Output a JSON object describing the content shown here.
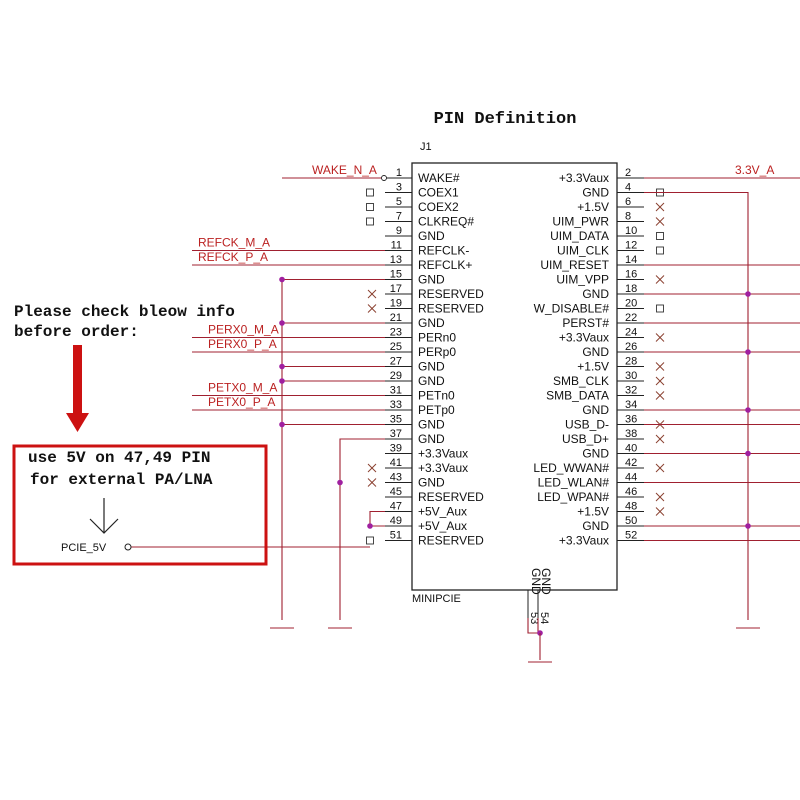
{
  "title": "PIN Definition",
  "ref": "J1",
  "part": "MINIPCIE",
  "note": {
    "line1": "Please check bleow info",
    "line2": "before order:"
  },
  "box": {
    "line1": "use 5V on 47,49 PIN",
    "line2": "for external PA/LNA",
    "net": "PCIE_5V"
  },
  "colors": {
    "wire": "#a02030",
    "net_text": "#b22222",
    "box": "#cc1111",
    "arrow": "#cc1111",
    "junction": "#a020a0"
  },
  "left_pins": [
    {
      "num": "1",
      "name": "WAKE#",
      "net": "WAKE_N_A"
    },
    {
      "num": "3",
      "name": "COEX1",
      "net": ""
    },
    {
      "num": "5",
      "name": "COEX2",
      "net": ""
    },
    {
      "num": "7",
      "name": "CLKREQ#",
      "net": ""
    },
    {
      "num": "9",
      "name": "GND",
      "net": ""
    },
    {
      "num": "11",
      "name": "REFCLK-",
      "net": "REFCK_M_A"
    },
    {
      "num": "13",
      "name": "REFCLK+",
      "net": "REFCK_P_A"
    },
    {
      "num": "15",
      "name": "GND",
      "net": ""
    },
    {
      "num": "17",
      "name": "RESERVED",
      "net": ""
    },
    {
      "num": "19",
      "name": "RESERVED",
      "net": ""
    },
    {
      "num": "21",
      "name": "GND",
      "net": ""
    },
    {
      "num": "23",
      "name": "PERn0",
      "net": "PERX0_M_A"
    },
    {
      "num": "25",
      "name": "PERp0",
      "net": "PERX0_P_A"
    },
    {
      "num": "27",
      "name": "GND",
      "net": ""
    },
    {
      "num": "29",
      "name": "GND",
      "net": ""
    },
    {
      "num": "31",
      "name": "PETn0",
      "net": "PETX0_M_A"
    },
    {
      "num": "33",
      "name": "PETp0",
      "net": "PETX0_P_A"
    },
    {
      "num": "35",
      "name": "GND",
      "net": ""
    },
    {
      "num": "37",
      "name": "GND",
      "net": ""
    },
    {
      "num": "39",
      "name": "+3.3Vaux",
      "net": ""
    },
    {
      "num": "41",
      "name": "+3.3Vaux",
      "net": ""
    },
    {
      "num": "43",
      "name": "GND",
      "net": ""
    },
    {
      "num": "45",
      "name": "RESERVED",
      "net": ""
    },
    {
      "num": "47",
      "name": "+5V_Aux",
      "net": ""
    },
    {
      "num": "49",
      "name": "+5V_Aux",
      "net": ""
    },
    {
      "num": "51",
      "name": "RESERVED",
      "net": ""
    }
  ],
  "right_pins": [
    {
      "num": "2",
      "name": "+3.3Vaux",
      "net": "3.3V_A"
    },
    {
      "num": "4",
      "name": "GND",
      "net": ""
    },
    {
      "num": "6",
      "name": "+1.5V",
      "net": ""
    },
    {
      "num": "8",
      "name": "UIM_PWR",
      "net": ""
    },
    {
      "num": "10",
      "name": "UIM_DATA",
      "net": ""
    },
    {
      "num": "12",
      "name": "UIM_CLK",
      "net": ""
    },
    {
      "num": "14",
      "name": "UIM_RESET",
      "net": ""
    },
    {
      "num": "16",
      "name": "UIM_VPP",
      "net": ""
    },
    {
      "num": "18",
      "name": "GND",
      "net": ""
    },
    {
      "num": "20",
      "name": "W_DISABLE#",
      "net": ""
    },
    {
      "num": "22",
      "name": "PERST#",
      "net": ""
    },
    {
      "num": "24",
      "name": "+3.3Vaux",
      "net": ""
    },
    {
      "num": "26",
      "name": "GND",
      "net": ""
    },
    {
      "num": "28",
      "name": "+1.5V",
      "net": ""
    },
    {
      "num": "30",
      "name": "SMB_CLK",
      "net": ""
    },
    {
      "num": "32",
      "name": "SMB_DATA",
      "net": ""
    },
    {
      "num": "34",
      "name": "GND",
      "net": ""
    },
    {
      "num": "36",
      "name": "USB_D-",
      "net": ""
    },
    {
      "num": "38",
      "name": "USB_D+",
      "net": ""
    },
    {
      "num": "40",
      "name": "GND",
      "net": ""
    },
    {
      "num": "42",
      "name": "LED_WWAN#",
      "net": ""
    },
    {
      "num": "44",
      "name": "LED_WLAN#",
      "net": ""
    },
    {
      "num": "46",
      "name": "LED_WPAN#",
      "net": ""
    },
    {
      "num": "48",
      "name": "+1.5V",
      "net": ""
    },
    {
      "num": "50",
      "name": "GND",
      "net": ""
    },
    {
      "num": "52",
      "name": "+3.3Vaux",
      "net": ""
    }
  ],
  "bottom_pins": [
    {
      "num": "53",
      "name": "GND"
    },
    {
      "num": "54",
      "name": "GND"
    }
  ]
}
